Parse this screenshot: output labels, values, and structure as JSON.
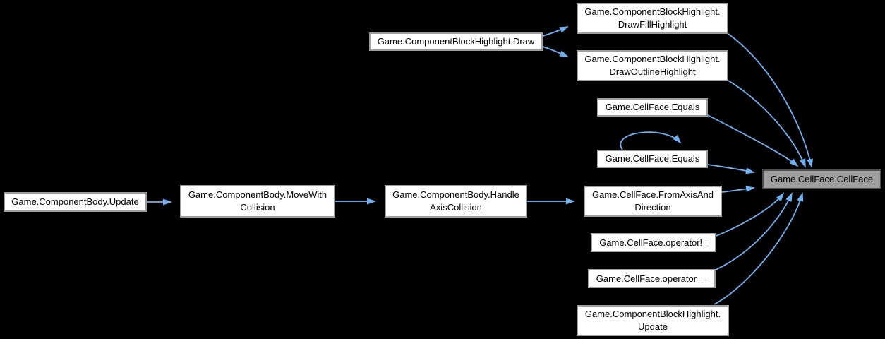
{
  "graph": {
    "kind": "call-graph",
    "background_color": "#000000",
    "edge_color": "#6fb1f0",
    "node_fill": "#ffffff",
    "node_border": "#9e9e9e",
    "current_node_fill": "#9e9e9e",
    "current_node_border": "#4d4d4d",
    "text_color": "#000000",
    "nodes": [
      {
        "id": "game-componentbody-update",
        "lines": [
          "Game.ComponentBody.Update"
        ]
      },
      {
        "id": "game-componentbody-movewithcollision",
        "lines": [
          "Game.ComponentBody.MoveWith",
          "Collision"
        ]
      },
      {
        "id": "game-componentbody-handleaxiscollision",
        "lines": [
          "Game.ComponentBody.Handle",
          "AxisCollision"
        ]
      },
      {
        "id": "game-componentblockhighlight-draw",
        "lines": [
          "Game.ComponentBlockHighlight.Draw"
        ]
      },
      {
        "id": "game-componentblockhighlight-drawfillhighlight",
        "lines": [
          "Game.ComponentBlockHighlight.",
          "DrawFillHighlight"
        ]
      },
      {
        "id": "game-componentblockhighlight-drawoutlinehighlight",
        "lines": [
          "Game.ComponentBlockHighlight.",
          "DrawOutlineHighlight"
        ]
      },
      {
        "id": "game-cellface-equals-1",
        "lines": [
          "Game.CellFace.Equals"
        ]
      },
      {
        "id": "game-cellface-equals-2",
        "lines": [
          "Game.CellFace.Equals"
        ]
      },
      {
        "id": "game-cellface-fromaxisanddirection",
        "lines": [
          "Game.CellFace.FromAxisAnd",
          "Direction"
        ]
      },
      {
        "id": "game-cellface-operator-not-equal",
        "lines": [
          "Game.CellFace.operator!="
        ]
      },
      {
        "id": "game-cellface-operator-equal",
        "lines": [
          "Game.CellFace.operator=="
        ]
      },
      {
        "id": "game-componentblockhighlight-update",
        "lines": [
          "Game.ComponentBlockHighlight.",
          "Update"
        ]
      },
      {
        "id": "game-cellface-cellface",
        "lines": [
          "Game.CellFace.CellFace"
        ],
        "current": true
      }
    ],
    "edges": [
      {
        "from": "game-componentbody-update",
        "to": "game-componentbody-movewithcollision"
      },
      {
        "from": "game-componentbody-movewithcollision",
        "to": "game-componentbody-handleaxiscollision"
      },
      {
        "from": "game-componentbody-handleaxiscollision",
        "to": "game-cellface-fromaxisanddirection"
      },
      {
        "from": "game-componentblockhighlight-draw",
        "to": "game-componentblockhighlight-drawfillhighlight"
      },
      {
        "from": "game-componentblockhighlight-draw",
        "to": "game-componentblockhighlight-drawoutlinehighlight"
      },
      {
        "from": "game-componentblockhighlight-drawfillhighlight",
        "to": "game-cellface-cellface"
      },
      {
        "from": "game-componentblockhighlight-drawoutlinehighlight",
        "to": "game-cellface-cellface"
      },
      {
        "from": "game-cellface-equals-1",
        "to": "game-cellface-cellface"
      },
      {
        "from": "game-cellface-equals-2",
        "to": "game-cellface-equals-2"
      },
      {
        "from": "game-cellface-equals-2",
        "to": "game-cellface-cellface"
      },
      {
        "from": "game-cellface-fromaxisanddirection",
        "to": "game-cellface-cellface"
      },
      {
        "from": "game-cellface-operator-not-equal",
        "to": "game-cellface-cellface"
      },
      {
        "from": "game-cellface-operator-equal",
        "to": "game-cellface-cellface"
      },
      {
        "from": "game-componentblockhighlight-update",
        "to": "game-cellface-cellface"
      }
    ]
  }
}
